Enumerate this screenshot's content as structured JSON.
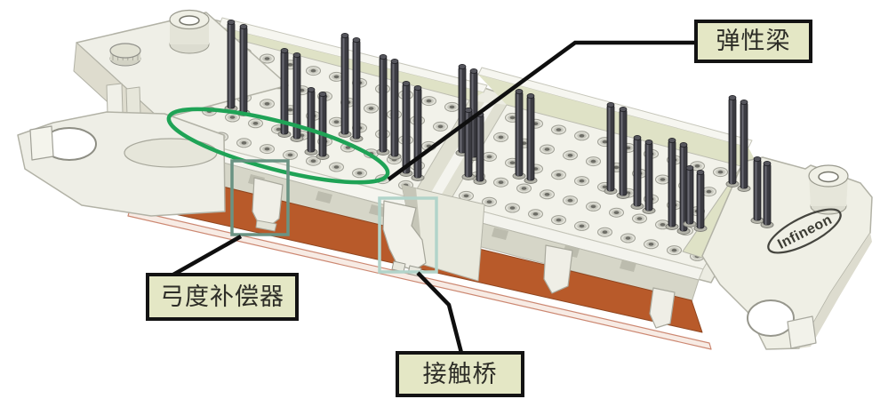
{
  "annotations": {
    "elastic_beam": {
      "label": "弹性梁"
    },
    "bow_compensator": {
      "label": "弓度补偿器"
    },
    "contact_bridge": {
      "label": "接触桥"
    }
  },
  "branding": {
    "logo_text": "Infineon"
  },
  "colors": {
    "background": "#ffffff",
    "label_box_bg": "#e4e7c5",
    "label_box_border": "#131313",
    "label_text": "#2d2d27",
    "leader_line": "#0f0f0f",
    "highlight_green": "#1fa356",
    "highlight_teal_dark": "#6a9383",
    "highlight_teal_light": "#b2d4ca",
    "substrate_orange": "#b85a2a",
    "housing_ivory": "#ecece2",
    "housing_shadow": "#d6d6c8",
    "khaki_band": "#dfe2c6",
    "pin_dark": "#3b3b41",
    "socket_ring": "#e3e3da"
  }
}
